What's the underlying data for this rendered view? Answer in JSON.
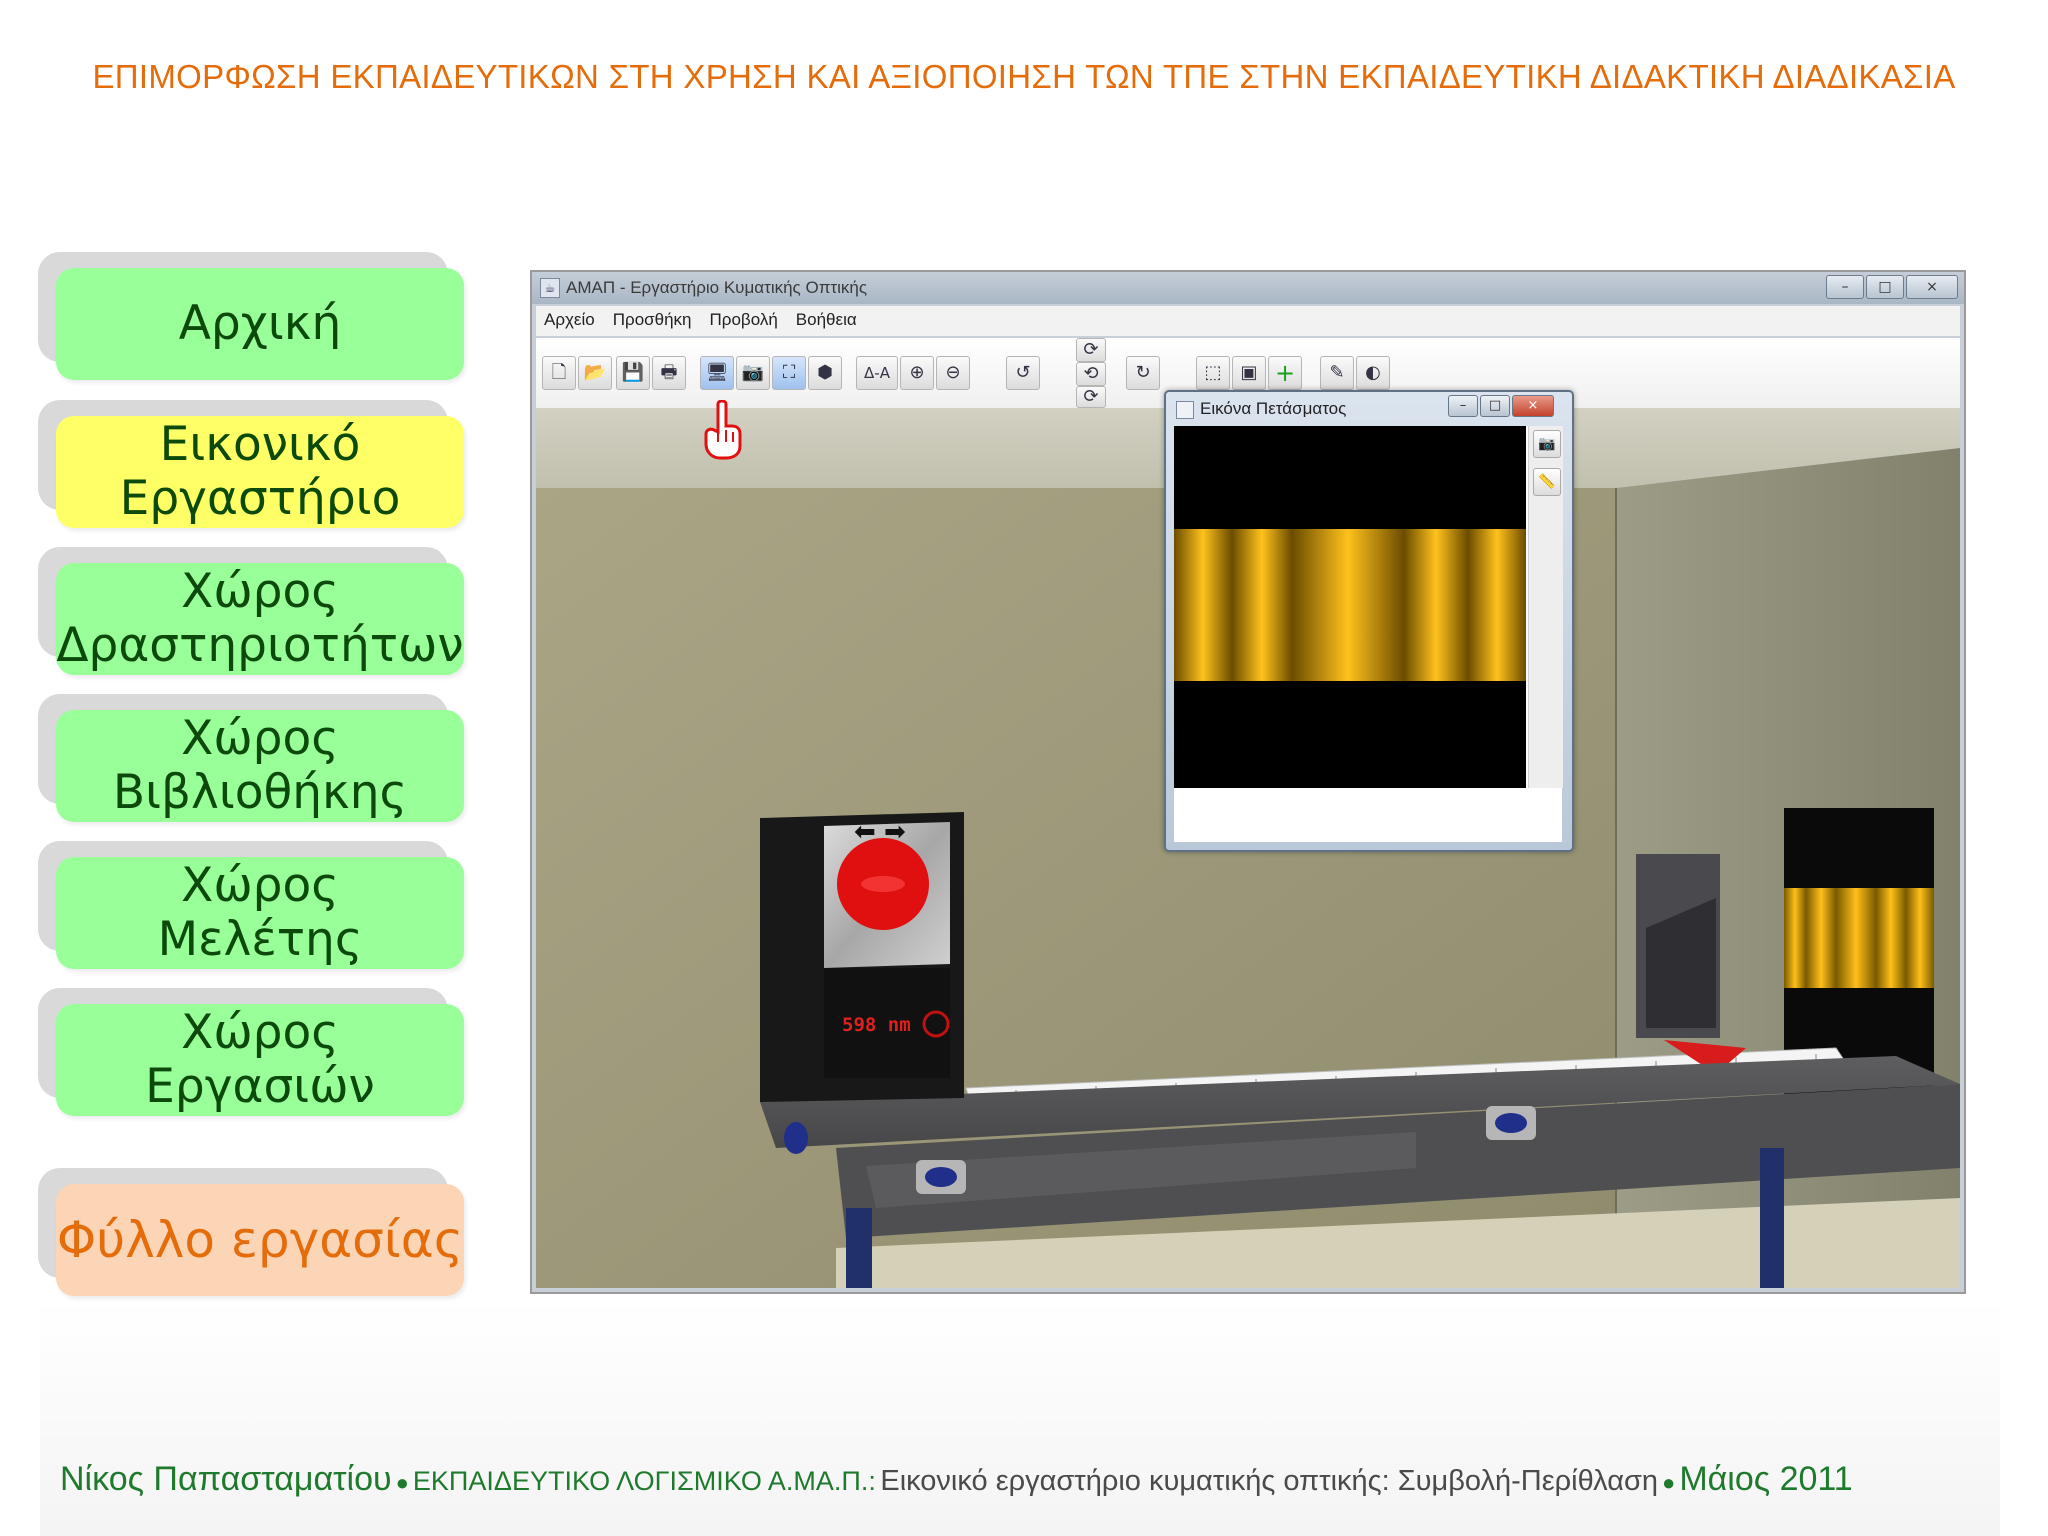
{
  "header": {
    "text": "ΕΠΙΜΟΡΦΩΣΗ ΕΚΠΑΙΔΕΥΤΙΚΩΝ ΣΤΗ ΧΡΗΣΗ ΚΑΙ ΑΞΙΟΠΟΙΗΣΗ ΤΩΝ ΤΠΕ ΣΤΗΝ ΕΚΠΑΙΔΕΥΤΙΚΗ ΔΙΔΑΚΤΙΚΗ ΔΙΑΔΙΚΑΣΙΑ"
  },
  "nav": {
    "items": [
      {
        "label": "Αρχική"
      },
      {
        "label": "Εικονικό\nΕργαστήριο",
        "active": true
      },
      {
        "label": "Χώρος\nΔραστηριοτήτων"
      },
      {
        "label": "Χώρος\nΒιβλιοθήκης"
      },
      {
        "label": "Χώρος\nΜελέτης"
      },
      {
        "label": "Χώρος\nΕργασιών"
      }
    ],
    "worksheet": {
      "label": "Φύλλο εργασίας"
    }
  },
  "app_window": {
    "title": "ΑΜΑΠ - Εργαστήριο Κυματικής Οπτικής",
    "controls": {
      "minimize": "–",
      "maximize": "□",
      "close": "×"
    },
    "menu": [
      {
        "label": "Αρχείο"
      },
      {
        "label": "Προσθήκη"
      },
      {
        "label": "Προβολή"
      },
      {
        "label": "Βοήθεια"
      }
    ],
    "toolbar": {
      "distance_label": "Δ-Α"
    },
    "laser": {
      "wavelength": "598 nm"
    },
    "popup": {
      "title": "Εικόνα Πετάσματος",
      "controls": {
        "minimize": "–",
        "maximize": "□",
        "close": "×"
      }
    }
  },
  "colors": {
    "accent_orange": "#e46c0a",
    "nav_green": "#99ff99",
    "nav_active_yellow": "#ffff66",
    "worksheet_peach": "#fbd5b5",
    "footer_green": "#1f7a2e"
  },
  "footer": {
    "author": "Νίκος Παπασταματίου",
    "software": "ΕΚΠΑΙΔΕΥΤΙΚΟ ΛΟΓΙΣΜΙΚΟ Α.ΜΑ.Π.:",
    "description": "Εικονικό εργαστήριο κυματικής οπτικής: Συμβολή-Περίθλαση",
    "date": "Μάιος 2011"
  }
}
